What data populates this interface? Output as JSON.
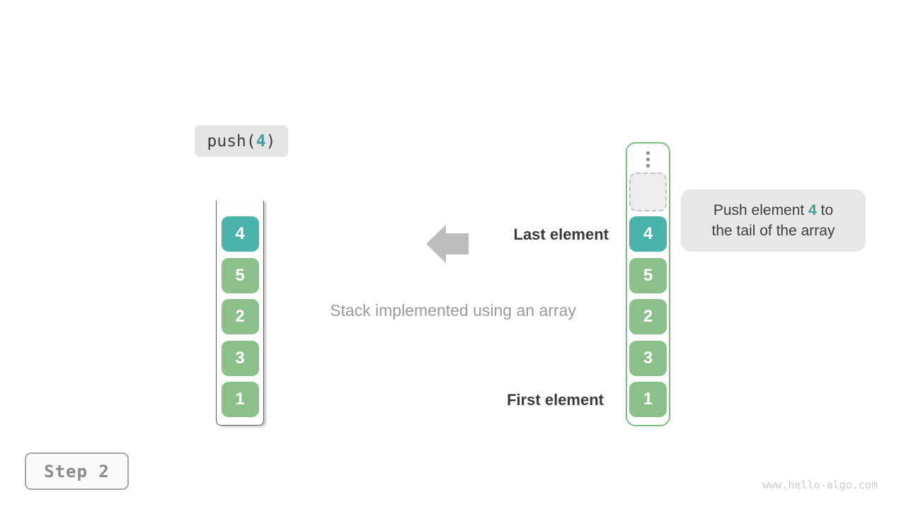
{
  "operation": {
    "prefix": "push(",
    "arg": "4",
    "suffix": ")"
  },
  "left_stack": {
    "values": [
      "4",
      "5",
      "2",
      "3",
      "1"
    ]
  },
  "right_stack": {
    "values": [
      "4",
      "5",
      "2",
      "3",
      "1"
    ]
  },
  "labels": {
    "last_element": "Last element",
    "first_element": "First element",
    "caption": "Stack implemented using an array"
  },
  "callout": {
    "line1_before": "Push element ",
    "highlight": "4",
    "line1_after": " to",
    "line2": "the tail of the array"
  },
  "step": {
    "label": "Step 2"
  },
  "watermark": "www.hello-algo.com",
  "colors": {
    "teal_box": "#4bb2ac",
    "teal_text": "#3f9e98",
    "green_box": "#8bc08a",
    "green_border": "#7dbe80",
    "badge_bg": "#e5e5e5",
    "callout_bg": "#e7e7e7",
    "arrow_gray": "#bdbdbd",
    "label_dark": "#3a3a3a",
    "caption_gray": "#9a9a9a",
    "code_dark": "#3f3f3f",
    "step_text": "#8b8b8b",
    "watermark_gray": "#cbcbcb",
    "stack_outline": "#5f5f5f"
  }
}
